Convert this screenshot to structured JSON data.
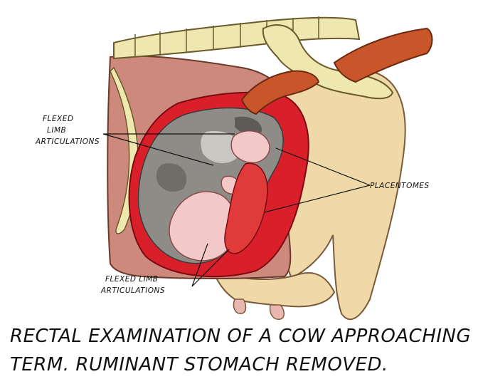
{
  "labels": {
    "upper_left": [
      "FLEXED",
      "LIMB",
      "ARTICULATIONS"
    ],
    "lower_left": [
      "FLEXED LIMB",
      "ARTICULATIONS"
    ],
    "right": "PLACENTOMES"
  },
  "caption": {
    "line1": "RECTAL EXAMINATION OF A COW APPROACHING",
    "line2": "TERM. RUMINANT STOMACH REMOVED."
  },
  "colors": {
    "background": "#ffffff",
    "flesh": "#f0d9a8",
    "cavity": "#cd8a7c",
    "uterus_red": "#d9202a",
    "fetus_gray": "#8e8c86",
    "fetus_pink": "#f3c8c8",
    "bone": "#efe7b0",
    "arm": "#c9562a",
    "caption_ink": "#111111"
  }
}
